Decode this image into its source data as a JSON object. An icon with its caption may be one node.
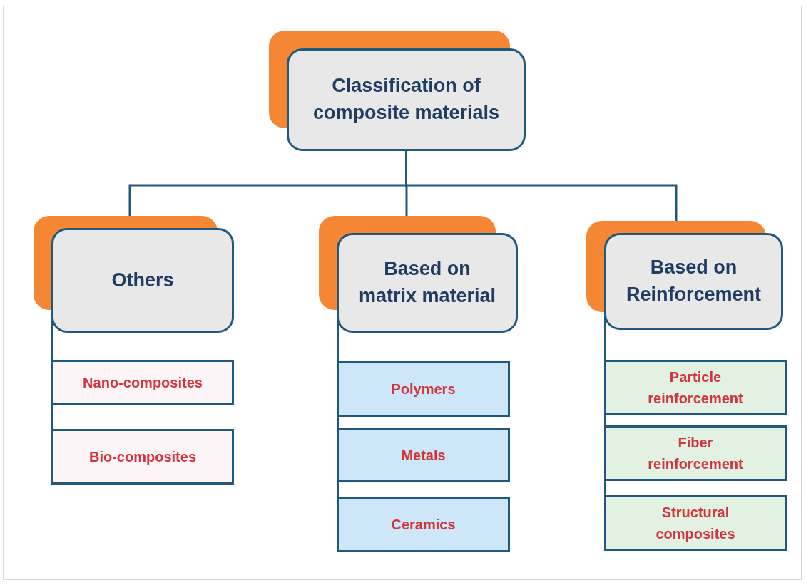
{
  "diagram": {
    "nodes": [
      {
        "text": [
          "Classification of composite materials"
        ]
      },
      {
        "text": [
          "Others"
        ]
      },
      {
        "text": [
          "Nano-composites"
        ]
      },
      {
        "text": [
          "Bio-composites"
        ]
      },
      {
        "text": [
          "Based on matrix material"
        ]
      },
      {
        "text": [
          "Polymers"
        ]
      },
      {
        "text": [
          "Metals"
        ]
      },
      {
        "text": [
          "Ceramics"
        ]
      },
      {
        "text": [
          "Based on Reinforcement"
        ]
      },
      {
        "text": [
          "Particle reinforcement"
        ]
      },
      {
        "text": [
          "Fiber reinforcement"
        ]
      },
      {
        "text": [
          "Structural composites"
        ]
      }
    ],
    "edges": [
      {
        "from": 0,
        "to": 1,
        "arrow": "none"
      },
      {
        "from": 0,
        "to": 4,
        "arrow": "none"
      },
      {
        "from": 0,
        "to": 8,
        "arrow": "none"
      },
      {
        "from": 1,
        "to": 2,
        "arrow": "none"
      },
      {
        "from": 1,
        "to": 3,
        "arrow": "none"
      },
      {
        "from": 4,
        "to": 5,
        "arrow": "none"
      },
      {
        "from": 4,
        "to": 6,
        "arrow": "none"
      },
      {
        "from": 4,
        "to": 7,
        "arrow": "none"
      },
      {
        "from": 8,
        "to": 9,
        "arrow": "none"
      },
      {
        "from": 8,
        "to": 10,
        "arrow": "none"
      },
      {
        "from": 8,
        "to": 11,
        "arrow": "none"
      }
    ]
  }
}
